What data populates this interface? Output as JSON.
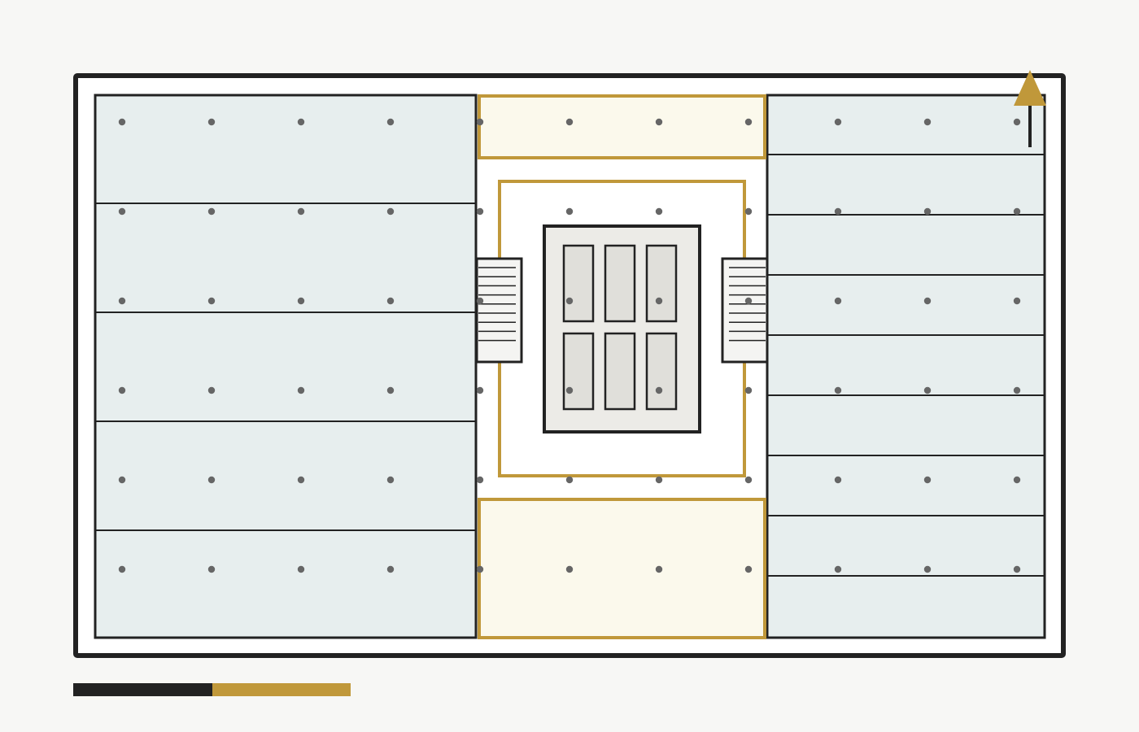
{
  "drawing": {
    "type": "floor-plan",
    "labels": []
  },
  "colors": {
    "background": "#f7f7f5",
    "wall": "#222222",
    "office_fill": "#e7eeee",
    "accent_gold": "#c0983a",
    "amenity_fill": "#fbf9ec",
    "core_fill": "#ecebe7",
    "elevator_fill": "#e0dfda",
    "stair_fill": "#f4f4f2",
    "column_dot": "#666666",
    "circulation_fill": "#ffffff"
  },
  "plan": {
    "west_wing_suites": 5,
    "east_wing_suites": 9,
    "elevator_count": 6,
    "stairwell_count": 2,
    "amenity_zones": 2,
    "column_grid": {
      "columns": 11,
      "rows": 6
    }
  },
  "icons": {
    "north_arrow": "north-arrow-icon",
    "scale_bar": "scale-bar"
  }
}
